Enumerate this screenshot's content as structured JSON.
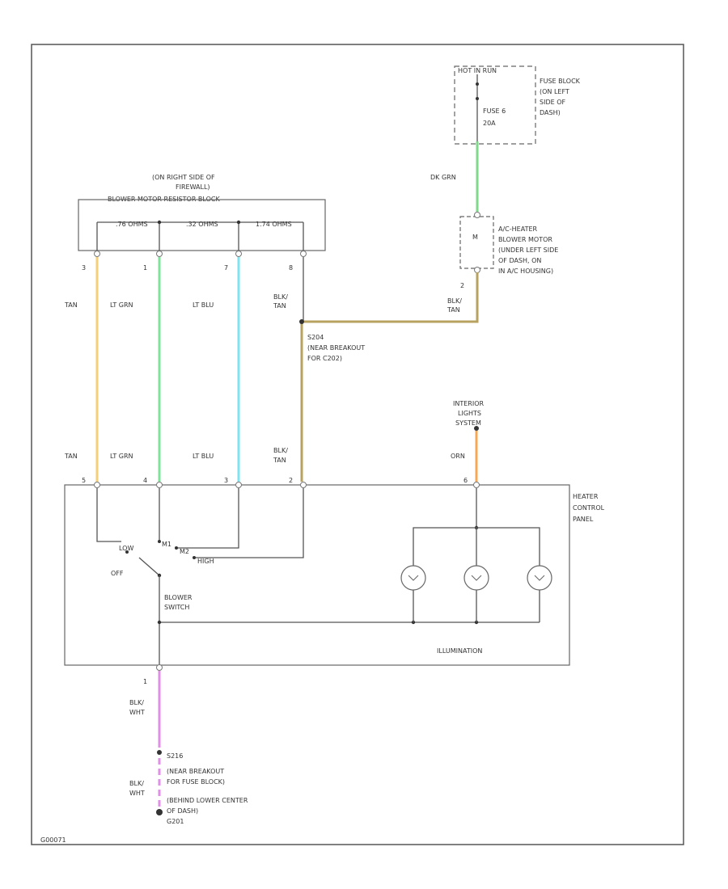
{
  "fuse_block": {
    "hot_label": "HOT IN RUN",
    "fuse_label": "FUSE 6",
    "fuse_rating": "20A",
    "location": [
      "FUSE BLOCK",
      "(ON LEFT",
      "SIDE OF",
      "DASH)"
    ]
  },
  "resistor_block": {
    "location": [
      "(ON RIGHT SIDE OF",
      "FIREWALL)"
    ],
    "name": "BLOWER MOTOR RESISTOR BLOCK",
    "resistor_values": [
      ".76 OHMS",
      ".32 OHMS",
      "1.74 OHMS"
    ],
    "pins": [
      "3",
      "1",
      "7",
      "8"
    ]
  },
  "blower_motor": {
    "description": [
      "A/C-HEATER",
      "BLOWER MOTOR",
      "(UNDER LEFT SIDE",
      "OF DASH, ON",
      "IN A/C HOUSING)"
    ],
    "pin": "2"
  },
  "splice_s204": {
    "name": "S204",
    "description": [
      "(NEAR BREAKOUT",
      "FOR C202)"
    ]
  },
  "interior_lights": [
    "INTERIOR",
    "LIGHTS",
    "SYSTEM"
  ],
  "control_panel": {
    "name": [
      "HEATER",
      "CONTROL",
      "PANEL"
    ],
    "pins_top": [
      "5",
      "4",
      "3",
      "2",
      "6"
    ],
    "pin_bottom": "1",
    "switch_name": [
      "BLOWER",
      "SWITCH"
    ],
    "switch_positions": [
      "LOW",
      "M1",
      "M2",
      "HIGH",
      "OFF"
    ],
    "illumination": "ILLUMINATION"
  },
  "splice_s216": {
    "name": "S216",
    "description": [
      "(NEAR BREAKOUT",
      "FOR FUSE BLOCK)"
    ]
  },
  "ground": [
    "(BEHIND LOWER CENTER",
    "OF DASH)",
    "G201"
  ],
  "wires": {
    "dk_grn": "DK GRN",
    "tan": "TAN",
    "lt_grn": "LT GRN",
    "lt_blu": "LT BLU",
    "blk_tan": [
      "BLK/",
      "TAN"
    ],
    "orn": "ORN",
    "blk_wht": [
      "BLK/",
      "WHT"
    ]
  },
  "colors": {
    "tan": "#f5cf78",
    "lt_grn": "#7fe39a",
    "lt_blu": "#7fe3f0",
    "blk_tan": "#b7a25f",
    "dk_grn": "#7fd98a",
    "orn": "#f6a855",
    "blk_wht": "#e08fe6"
  },
  "figure_id": "G00071"
}
